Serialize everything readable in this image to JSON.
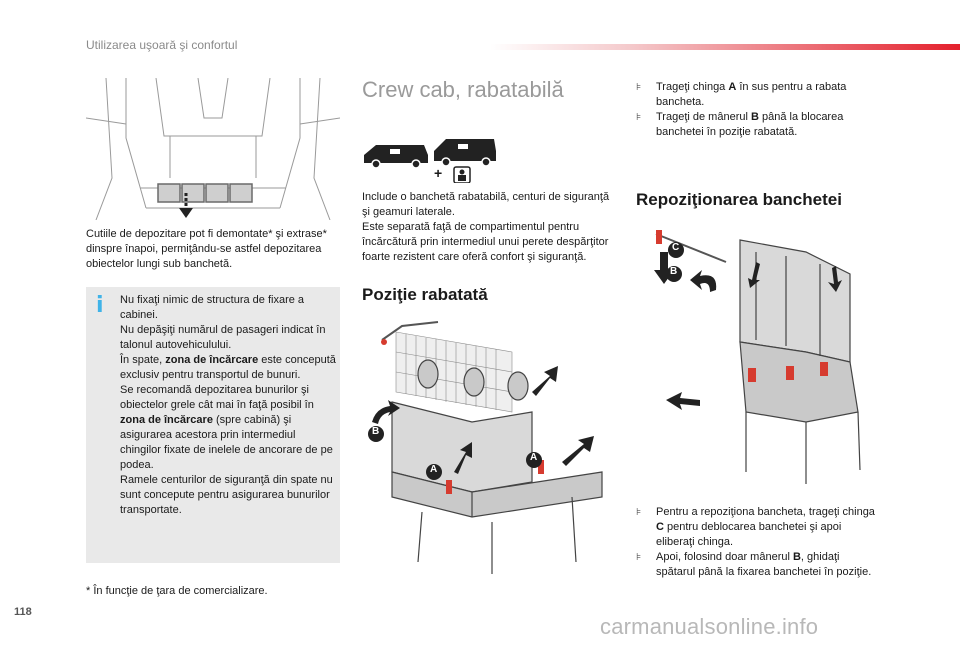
{
  "header": {
    "section": "Utilizarea uşoară şi confortul"
  },
  "page_number": "118",
  "left_column": {
    "storage_caption": "Cutiile de depozitare pot fi demontate* şi extrase* dinspre înapoi, permiţându-se astfel depozitarea obiectelor lungi sub banchetă.",
    "info_box": {
      "icon": "i",
      "paragraphs": [
        [
          "Nu fixaţi nimic de structura de fixare a cabinei."
        ],
        [
          "Nu depăşiţi numărul de pasageri indicat în talonul autovehiculului."
        ],
        [
          "În spate, ",
          {
            "b": "zona de încărcare"
          },
          " este concepută exclusiv pentru transportul de bunuri."
        ],
        [
          "Se recomandă depozitarea bunurilor şi obiectelor grele cât mai în faţă posibil în ",
          {
            "b": "zona de încărcare"
          },
          " (spre cabină) şi asigurarea acestora prin intermediul chingilor fixate de inelele de ancorare de pe podea."
        ],
        [
          "Ramele centurilor de siguranţă din spate nu sunt concepute pentru asigurarea bunurilor transportate."
        ]
      ]
    },
    "footnote": "* În funcţie de ţara de comercializare."
  },
  "middle_column": {
    "section_title": "Crew cab, rabatabilă",
    "description": "Include o banchetă rabatabilă, centuri de siguranţă şi geamuri laterale.\nEste separată faţă de compartimentul pentru încărcătură prin intermediul unui perete despărţitor foarte rezistent care oferă confort şi siguranţă.",
    "subsection_title": "Poziţie rabatată",
    "figure_labels": {
      "a": "A",
      "b": "B",
      "plus": "+"
    }
  },
  "right_column": {
    "top_bullets": [
      [
        "Trageţi chinga ",
        {
          "b": "A"
        },
        " în sus pentru a rabata bancheta."
      ],
      [
        "Trageţi de mânerul ",
        {
          "b": "B"
        },
        " până la blocarea banchetei în poziţie rabatată."
      ]
    ],
    "subsection_title": "Repoziţionarea banchetei",
    "figure_labels": {
      "b": "B",
      "c": "C"
    },
    "bottom_bullets": [
      [
        "Pentru a repoziţiona bancheta, trageţi chinga ",
        {
          "b": "C"
        },
        " pentru deblocarea banchetei şi apoi eliberaţi chinga."
      ],
      [
        "Apoi, folosind doar mânerul ",
        {
          "b": "B"
        },
        ", ghidaţi spătarul până la fixarea banchetei în poziţie."
      ]
    ],
    "bullet_glyph": "⊧"
  },
  "watermark": "carmanualsonline.info"
}
